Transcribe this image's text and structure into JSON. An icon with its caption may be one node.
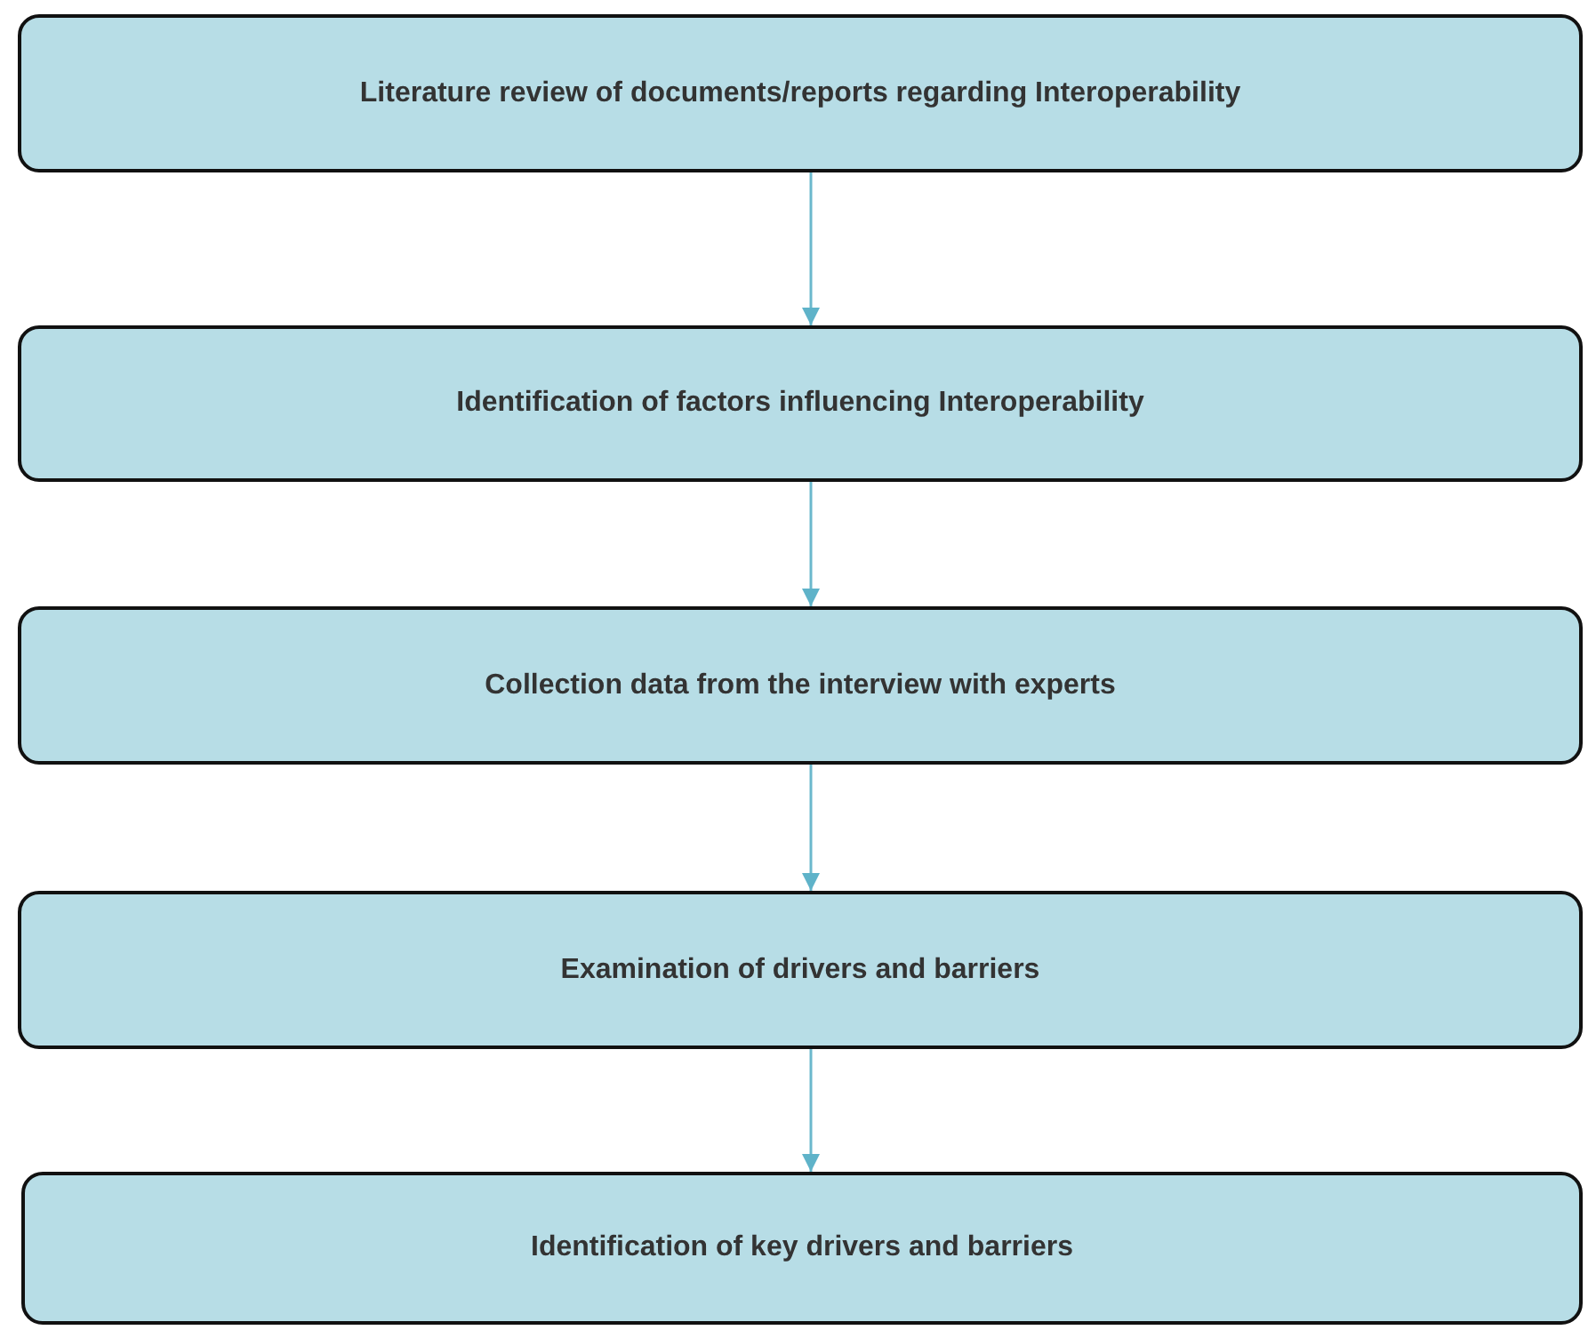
{
  "diagram": {
    "nodes": [
      {
        "text": [
          "Literature review of documents/reports regarding Interoperability"
        ]
      },
      {
        "text": [
          "Identification of factors influencing Interoperability"
        ]
      },
      {
        "text": [
          "Collection data from the interview with experts"
        ]
      },
      {
        "text": [
          "Examination of drivers and barriers"
        ]
      },
      {
        "text": [
          "Identification of key drivers and barriers"
        ]
      }
    ],
    "edges": [
      {
        "from": 0,
        "to": 1,
        "arrow": "to"
      },
      {
        "from": 1,
        "to": 2,
        "arrow": "to"
      },
      {
        "from": 2,
        "to": 3,
        "arrow": "to"
      },
      {
        "from": 3,
        "to": 4,
        "arrow": "to"
      }
    ]
  }
}
